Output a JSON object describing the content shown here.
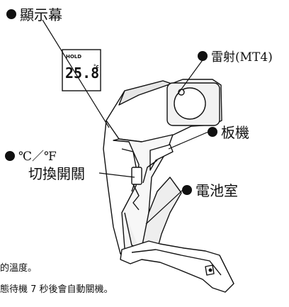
{
  "labels": {
    "display": "顯示幕",
    "laser": "雷射(MT4)",
    "trigger": "板機",
    "unit_switch_line1": "℃／℉",
    "unit_switch_line2": "切換開關",
    "battery": "電池室"
  },
  "lcd": {
    "hold": "HOLD",
    "reading": "25.8",
    "unit": "°c"
  },
  "text_lines": [
    "的溫度。",
    "態待機 7 秒後會自動關機。"
  ],
  "colors": {
    "ink": "#111111",
    "body_fill": "#ffffff",
    "shade": "#d9d9d9"
  }
}
